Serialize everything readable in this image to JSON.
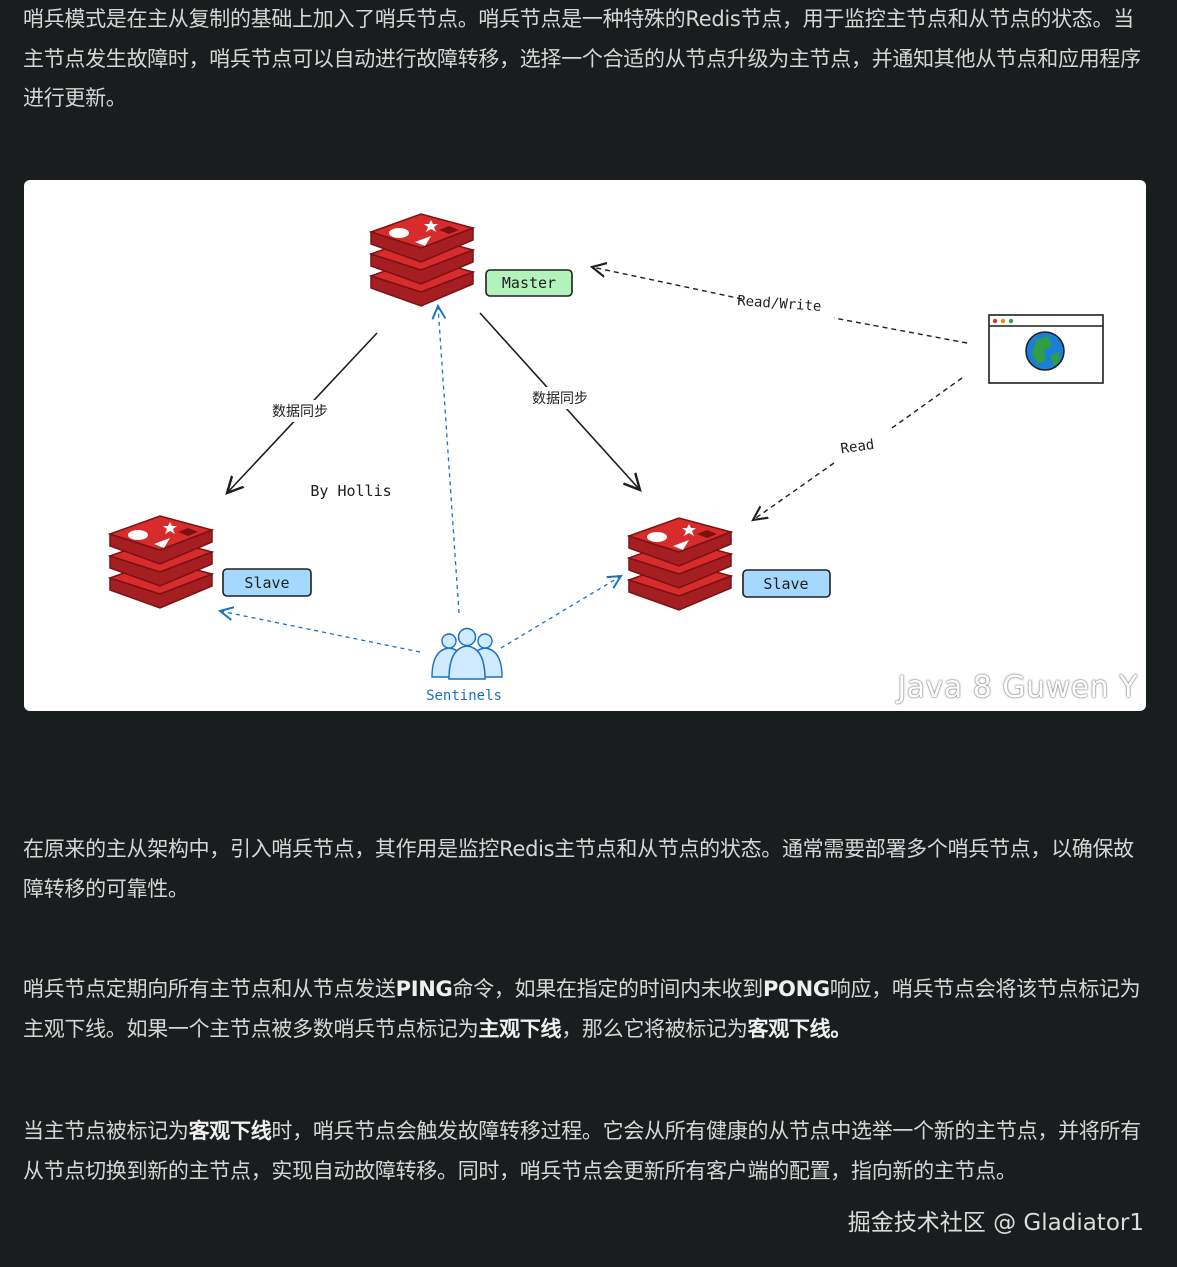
{
  "article": {
    "p1": "哨兵模式是在主从复制的基础上加入了哨兵节点。哨兵节点是一种特殊的Redis节点，用于监控主节点和从节点的状态。当主节点发生故障时，哨兵节点可以自动进行故障转移，选择一个合适的从节点升级为主节点，并通知其他从节点和应用程序进行更新。",
    "p2": "在原来的主从架构中，引入哨兵节点，其作用是监控Redis主节点和从节点的状态。通常需要部署多个哨兵节点，以确保故障转移的可靠性。",
    "p3": {
      "a": "哨兵节点定期向所有主节点和从节点发送",
      "ping": "PING",
      "b": "命令，如果在指定的时间内未收到",
      "pong": "PONG",
      "c": "响应，哨兵节点会将该节点标记为主观下线。如果一个主节点被多数哨兵节点标记为",
      "subjective": "主观下线",
      "d": "，那么它将被标记为",
      "objective": "客观下线",
      "e": "。"
    },
    "p4": {
      "a": "当主节点被标记为",
      "objective": "客观下线",
      "b": "时，哨兵节点会触发故障转移过程。它会从所有健康的从节点中选举一个新的主节点，并将所有从节点切换到新的主节点，实现自动故障转移。同时，哨兵节点会更新所有客户端的配置，指向新的主节点。"
    }
  },
  "diagram": {
    "master_label": "Master",
    "slave_left_label": "Slave",
    "slave_right_label": "Slave",
    "sync_left": "数据同步",
    "sync_right": "数据同步",
    "read_write": "Read/Write",
    "read": "Read",
    "by": "By Hollis",
    "sentinels": "Sentinels",
    "watermark": "Java 8 Guwen Y",
    "colors": {
      "redis_red": "#c8282a",
      "master_green": "#b2f2bb",
      "slave_blue": "#a5d8ff",
      "sentinel_blue": "#1971c2",
      "globe_blue": "#1c7ed6",
      "globe_green": "#2f9e44"
    }
  },
  "footer": {
    "watermark": "掘金技术社区 @ Gladiator1"
  }
}
